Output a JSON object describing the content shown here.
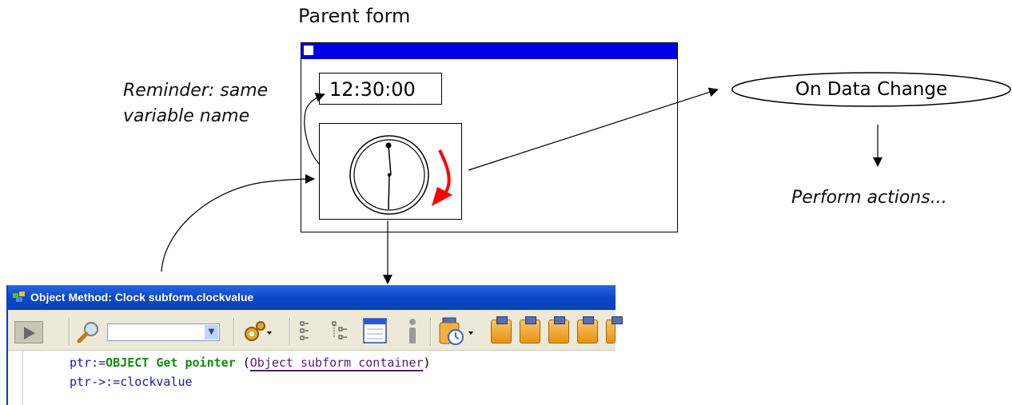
{
  "diagram": {
    "parent_form_label": "Parent form",
    "reminder_note_lines": [
      "Reminder: same",
      "variable name"
    ],
    "time_value": "12:30:00",
    "event_label": "On Data Change",
    "perform_label": "Perform actions..."
  },
  "method_window": {
    "title": "Object Method: Clock subform.clockvalue",
    "toolbar": {
      "search_value": "",
      "icons": [
        "run-icon",
        "search-icon",
        "gear-icon",
        "tree-collapse-icon",
        "tree-expand-icon",
        "list-view-icon",
        "info-icon",
        "timer-icon",
        "paste-icon"
      ]
    },
    "code_lines": [
      {
        "var": "ptr",
        "op": ":=",
        "command": "OBJECT Get pointer",
        "open_paren": "(",
        "argument": "Object subform container",
        "close_paren": ")"
      },
      {
        "var": "ptr",
        "op": "->:=",
        "value": "clockvalue"
      }
    ]
  },
  "colors": {
    "form_titlebar": "#0000e8",
    "clock_arrow": "#ff0000",
    "window_titlebar": "#0b48c8",
    "code_keyword": "#118a11",
    "code_variable": "#1a1aa8",
    "code_constant": "#5a1a6e"
  }
}
